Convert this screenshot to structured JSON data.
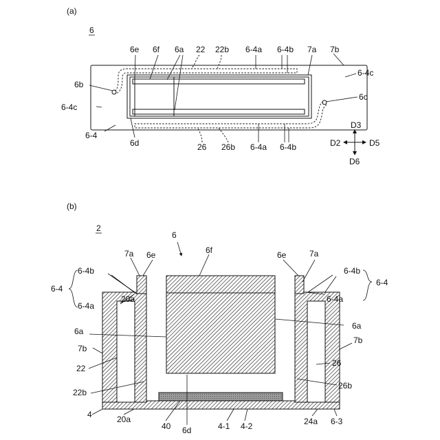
{
  "panel_a": {
    "tag": "(a)",
    "ref": "6",
    "labels": {
      "6e": "6e",
      "6f": "6f",
      "6a": "6a",
      "22": "22",
      "22b": "22b",
      "6-4a_top": "6-4a",
      "6-4b_top": "6-4b",
      "7a": "7a",
      "7b": "7b",
      "6-4c_right": "6-4c",
      "6b": "6b",
      "6-4c_left": "6-4c",
      "6c": "6c",
      "6-4": "6-4",
      "6d": "6d",
      "26": "26",
      "26b": "26b",
      "6-4a_bot": "6-4a",
      "6-4b_bot": "6-4b"
    },
    "directions": {
      "up": "D3",
      "left": "D2",
      "right": "D5",
      "down": "D6"
    }
  },
  "panel_b": {
    "tag": "(b)",
    "ref": "2",
    "ref6": "6",
    "labels": {
      "6-4_left": "6-4",
      "6-4b_left": "6-4b",
      "6-4a_left": "6-4a",
      "7a_left": "7a",
      "6e_left": "6e",
      "6f": "6f",
      "6e_right": "6e",
      "7a_right": "7a",
      "6-4b_right": "6-4b",
      "6-4a_right": "6-4a",
      "6-4_right": "6-4",
      "20a": "20a",
      "6a_left": "6a",
      "6a_right": "6a",
      "7b_left": "7b",
      "7b_right": "7b",
      "22": "22",
      "26": "26",
      "22b": "22b",
      "26b": "26b",
      "4": "4",
      "40": "40",
      "6d": "6d",
      "4-1": "4-1",
      "4-2": "4-2",
      "24a": "24a",
      "6-3": "6-3"
    }
  }
}
